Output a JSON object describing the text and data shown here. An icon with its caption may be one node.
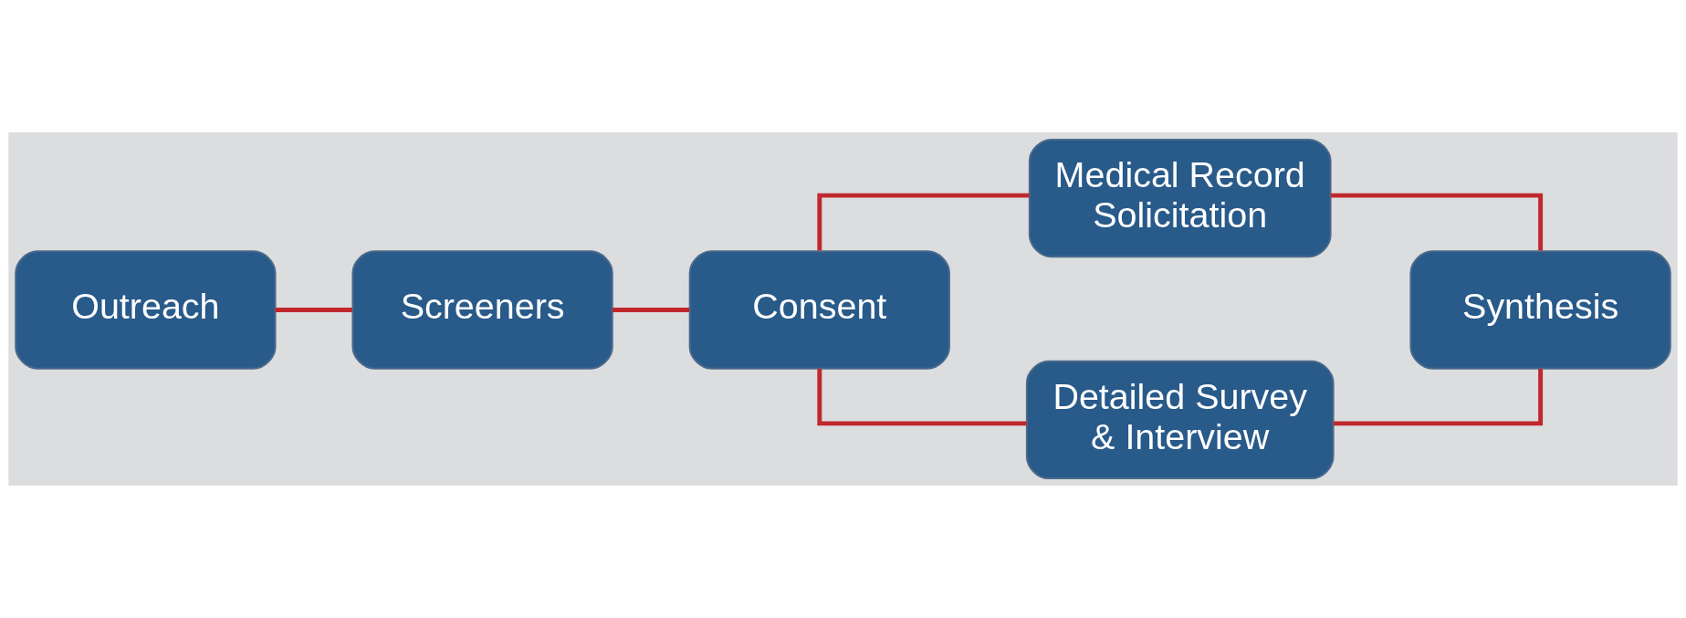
{
  "diagram": {
    "nodes": [
      {
        "text": [
          "Outreach"
        ]
      },
      {
        "text": [
          "Screeners"
        ]
      },
      {
        "text": [
          "Consent"
        ]
      },
      {
        "text": [
          "Medical Record Solicitation"
        ]
      },
      {
        "text": [
          "Detailed Survey & Interview"
        ]
      },
      {
        "text": [
          "Synthesis"
        ]
      }
    ],
    "edges": [
      {
        "from": 0,
        "to": 1,
        "arrow": "none"
      },
      {
        "from": 1,
        "to": 2,
        "arrow": "none"
      },
      {
        "from": 2,
        "to": 3,
        "arrow": "none"
      },
      {
        "from": 2,
        "to": 4,
        "arrow": "none"
      },
      {
        "from": 3,
        "to": 5,
        "arrow": "none"
      },
      {
        "from": 4,
        "to": 5,
        "arrow": "none"
      }
    ]
  }
}
